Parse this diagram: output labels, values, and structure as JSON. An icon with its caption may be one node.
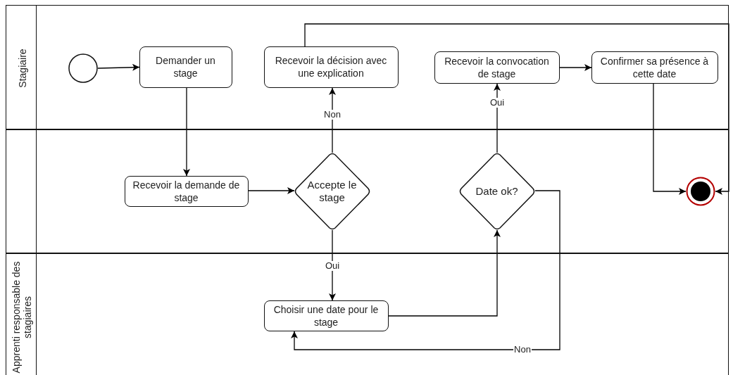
{
  "diagram": {
    "nodes": [
      {
        "text": [
          "Stagiaire"
        ]
      },
      {
        "text": [],
        "shape": "box"
      },
      {
        "text": [
          "Apprenti responsable des stagiaires"
        ]
      },
      {
        "text": [],
        "shape": "circle",
        "in": 0
      },
      {
        "text": [
          "Demander un stage"
        ],
        "in": 0
      },
      {
        "text": [
          "Recevoir la décision avec une explication"
        ],
        "in": 0
      },
      {
        "text": [
          "Recevoir la convocation de stage"
        ],
        "in": 0
      },
      {
        "text": [
          "Confirmer sa présence à cette date"
        ],
        "in": 0
      },
      {
        "text": [
          "Recevoir la demande de stage"
        ],
        "in": 1
      },
      {
        "text": [
          "Accepte le stage"
        ],
        "in": 1
      },
      {
        "text": [
          "Date ok?"
        ],
        "in": 1
      },
      {
        "text": [],
        "shape": "circle",
        "in": 1
      },
      {
        "text": [
          "Choisir une date pour le stage"
        ],
        "in": 2
      }
    ],
    "edges": [
      {
        "from": 3,
        "to": 4,
        "arrow": "to"
      },
      {
        "from": 4,
        "to": 8,
        "arrow": "to"
      },
      {
        "from": 8,
        "to": 9,
        "arrow": "to"
      },
      {
        "from": 9,
        "to": 5,
        "arrow": "to",
        "label": "Non"
      },
      {
        "from": 9,
        "to": 12,
        "arrow": "to",
        "label": "Oui"
      },
      {
        "from": 12,
        "to": 10,
        "arrow": "to"
      },
      {
        "from": 10,
        "to": 6,
        "arrow": "to",
        "label": "Oui"
      },
      {
        "from": 10,
        "to": 12,
        "arrow": "to",
        "label": "Non"
      },
      {
        "from": 6,
        "to": 7,
        "arrow": "to"
      },
      {
        "from": 7,
        "to": 11,
        "arrow": "to"
      },
      {
        "from": 5,
        "to": 11,
        "arrow": "to"
      }
    ]
  }
}
